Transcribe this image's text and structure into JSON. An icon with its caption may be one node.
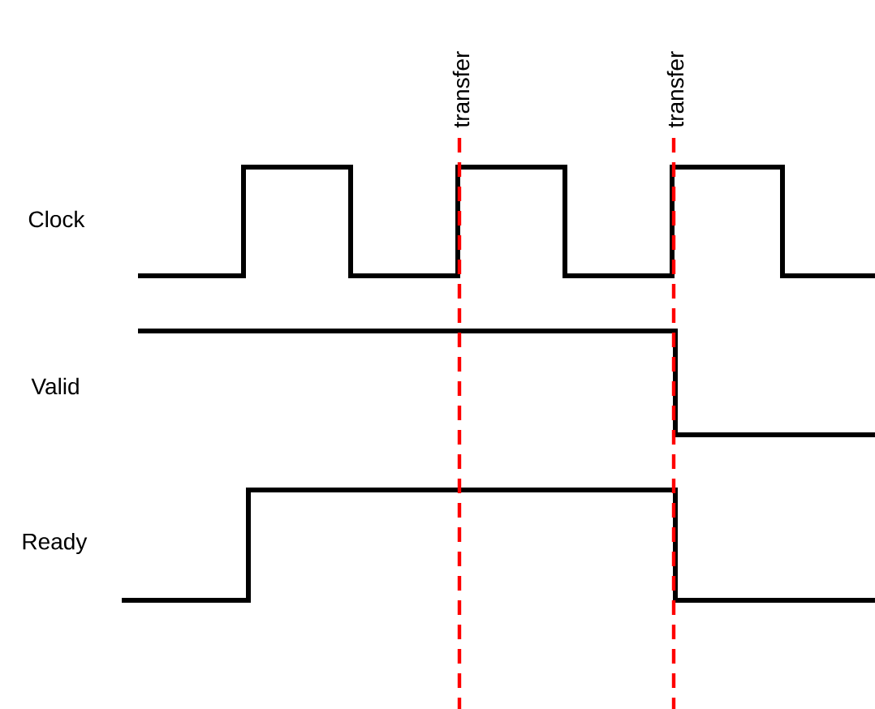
{
  "diagram": {
    "labels": [
      "transfer",
      "transfer",
      "Clock",
      "Valid",
      "Ready"
    ]
  }
}
